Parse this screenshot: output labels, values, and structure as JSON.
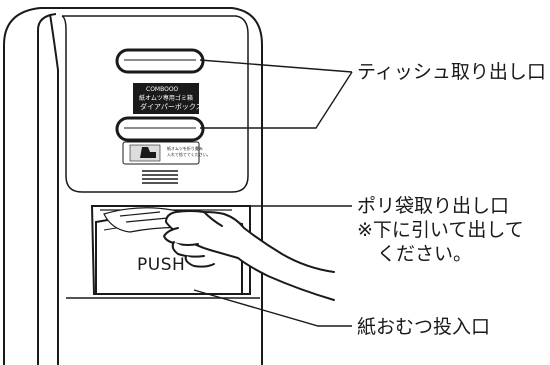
{
  "labels": {
    "tissue_outlet": "ティッシュ取り出し口",
    "bag_outlet": "ポリ袋取り出し口",
    "bag_note_line1": "※下に引いて出して",
    "bag_note_line2": "ください。",
    "diaper_inlet": "紙おむつ投入口"
  },
  "device": {
    "push_label": "PUSH",
    "brand_logo": "COMBOOO",
    "brand_line1": "紙オムツ専用ゴミ箱",
    "brand_line2": "ダイアパーボックス",
    "sticker_line1": "紙オムツを折り畳み",
    "sticker_line2": "入れて捨ててください。"
  },
  "colors": {
    "line": "#1a1a1a",
    "panel_dark": "#1a1a1a",
    "background": "#ffffff"
  }
}
